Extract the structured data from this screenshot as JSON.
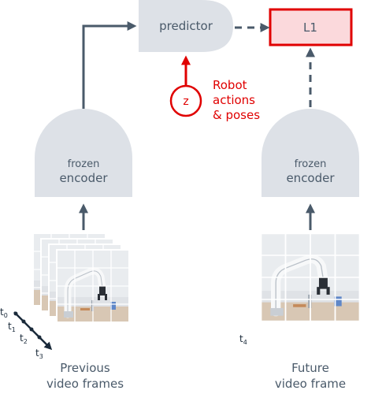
{
  "predictor": {
    "label": "predictor"
  },
  "loss": {
    "label": "L1",
    "border_color": "#e00000",
    "fill_color": "#fbd9dc"
  },
  "latent": {
    "label": "z"
  },
  "robot_conditioning": {
    "lines": [
      "Robot",
      "actions",
      "& poses"
    ],
    "color": "#e00000"
  },
  "encoder_left": {
    "lines": [
      "frozen",
      "encoder"
    ]
  },
  "encoder_right": {
    "lines": [
      "frozen",
      "encoder"
    ]
  },
  "time_axis": {
    "labels": [
      "t0",
      "t1",
      "t2",
      "t3"
    ],
    "future_label": "t4"
  },
  "captions": {
    "previous": [
      "Previous",
      "video frames"
    ],
    "future": [
      "Future",
      "video frame"
    ]
  },
  "colors": {
    "block_fill": "#dde1e7",
    "arrow": "#4a5a6a",
    "text": "#4a5a6a"
  }
}
